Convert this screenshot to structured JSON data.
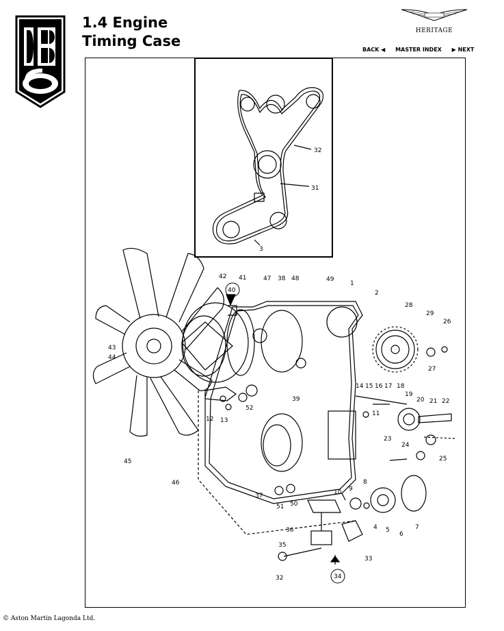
{
  "header": {
    "logo_icon": "db6-shield-logo-icon",
    "title_line1": "1.4 Engine",
    "title_line2": "Timing Case"
  },
  "brand": {
    "wings_icon": "aston-martin-wings-icon",
    "heritage": "HERITAGE"
  },
  "nav": {
    "back": "BACK ◀",
    "master_index": "MASTER INDEX",
    "next": "▶ NEXT"
  },
  "diagram": {
    "inset_labels": [
      "32",
      "31",
      "3"
    ],
    "callouts": [
      "42",
      "41",
      "40",
      "47",
      "38",
      "48",
      "49",
      "1",
      "2",
      "28",
      "29",
      "26",
      "43",
      "44",
      "27",
      "39",
      "14",
      "15",
      "16",
      "17",
      "18",
      "19",
      "20",
      "21",
      "22",
      "12",
      "13",
      "52",
      "11",
      "23",
      "24",
      "25",
      "45",
      "46",
      "37",
      "10",
      "8",
      "9",
      "51",
      "50",
      "4",
      "5",
      "6",
      "7",
      "36",
      "35",
      "33",
      "32",
      "34"
    ]
  },
  "footer": {
    "copyright": "© Aston Martin Lagonda Ltd."
  }
}
